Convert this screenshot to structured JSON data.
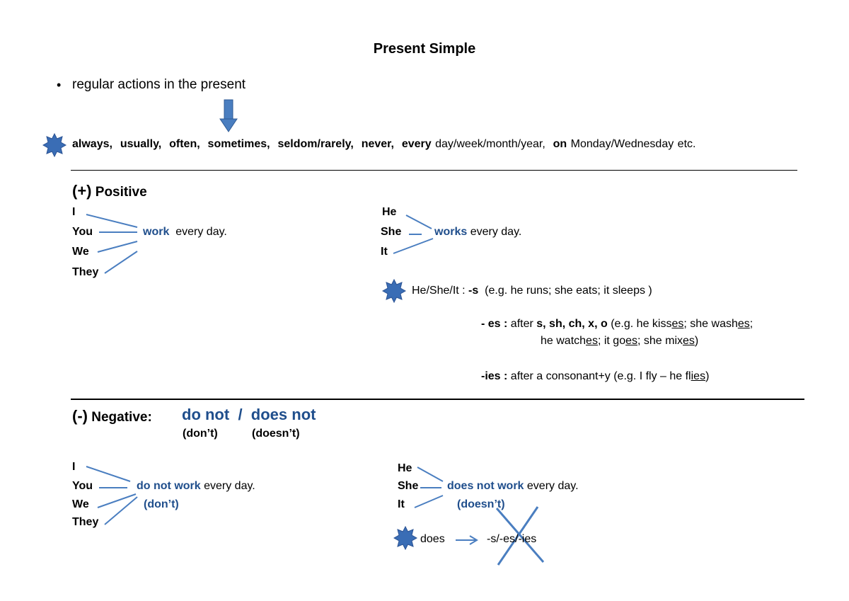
{
  "title": "Present Simple",
  "bullet_text": "regular actions in the present",
  "adverbs": {
    "items": [
      {
        "bold": "always,",
        "rest": ""
      },
      {
        "bold": "usually,",
        "rest": ""
      },
      {
        "bold": "often,",
        "rest": ""
      },
      {
        "bold": "sometimes,",
        "rest": ""
      },
      {
        "bold": "seldom/rarely,",
        "rest": ""
      },
      {
        "bold": "never,",
        "rest": ""
      },
      {
        "bold": "every",
        "rest": "day/week/month/year,"
      },
      {
        "bold": "on",
        "rest": "Monday/Wednesday etc."
      }
    ]
  },
  "positive": {
    "heading_symbol": "(+)",
    "heading_label": "Positive",
    "left_subjects": [
      "I",
      "You",
      "We",
      "They"
    ],
    "left_verb": "work",
    "left_rest": "every day.",
    "right_subjects": [
      "He",
      "She",
      "It"
    ],
    "right_verb": "works",
    "right_rest": "every day."
  },
  "rules": {
    "s_rule": {
      "prefix": "He/She/It : ",
      "ending": "-s",
      "example": "(e.g. he runs; she eats; it sleeps )"
    },
    "es_rule": {
      "ending": "- es :",
      "after_label": "after",
      "letters": "s, sh, ch, x, o",
      "ex_open": "(e.g. he kiss",
      "ex_u1": "es",
      "ex_mid1": "; she wash",
      "ex_u2": "es",
      "ex_end1": ";",
      "line2_a": "he watch",
      "line2_u1": "es",
      "line2_b": "; it go",
      "line2_u2": "es",
      "line2_c": "; she mix",
      "line2_u3": "es",
      "line2_d": ")"
    },
    "ies_rule": {
      "ending": "-ies :",
      "text": "after a consonant+y (e.g. I fly – he fl",
      "underlined": "ies",
      "close": ")"
    }
  },
  "negative": {
    "heading_symbol": "(-)",
    "heading_label": "Negative:",
    "form1": "do not",
    "slash": "/",
    "form2": "does not",
    "short1": "(don’t)",
    "short2": "(doesn’t)",
    "left_subjects": [
      "I",
      "You",
      "We",
      "They"
    ],
    "left_verb": "do not work",
    "left_rest": "every day.",
    "left_short": "(don’t)",
    "right_subjects": [
      "He",
      "She",
      "It"
    ],
    "right_verb": "does not work",
    "right_rest": "every day.",
    "right_short": "(doesn’t)",
    "does_label": "does",
    "endings": "-s/-es/-ies"
  },
  "colors": {
    "accent": "#1f4e8c",
    "line": "#4a7ec0",
    "star": "#3a6db5"
  }
}
